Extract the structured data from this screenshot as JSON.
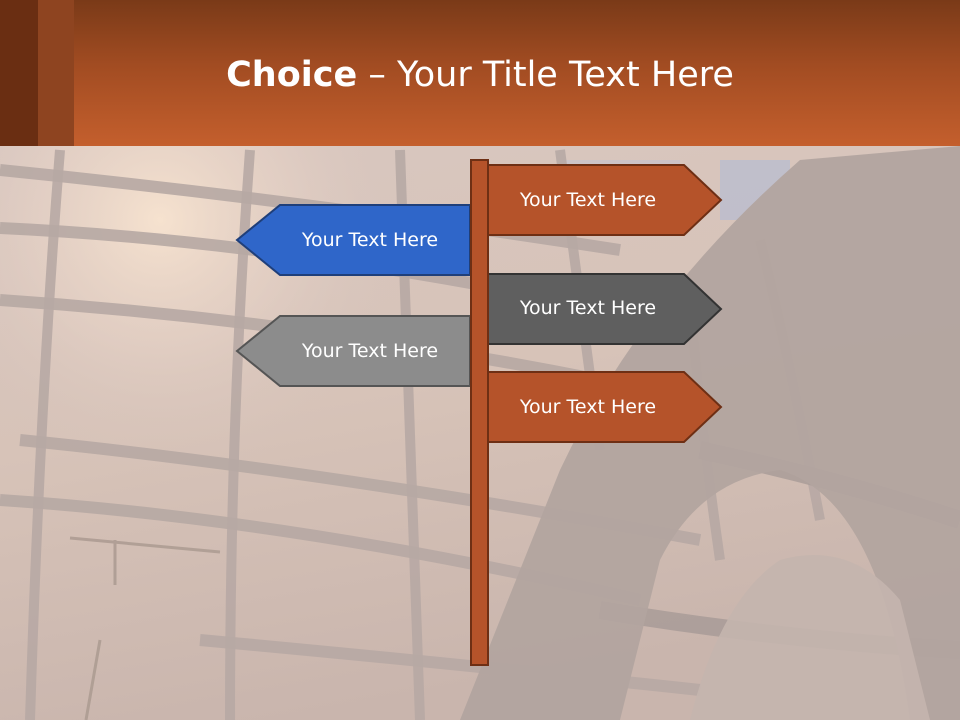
{
  "title": {
    "bold": "Choice",
    "rest": " – Your Title Text Here"
  },
  "signs": {
    "right_top": "Your Text Here",
    "left_top": "Your Text Here",
    "right_middle": "Your Text Here",
    "left_bottom": "Your Text Here",
    "right_bottom": "Your Text Here"
  },
  "colors": {
    "header": "#b35428",
    "pole": "#b5532a",
    "sign_orange": "#b5532a",
    "sign_blue": "#2f66c9",
    "sign_dark_gray": "#5f5f5f",
    "sign_light_gray": "#8c8c8c"
  }
}
